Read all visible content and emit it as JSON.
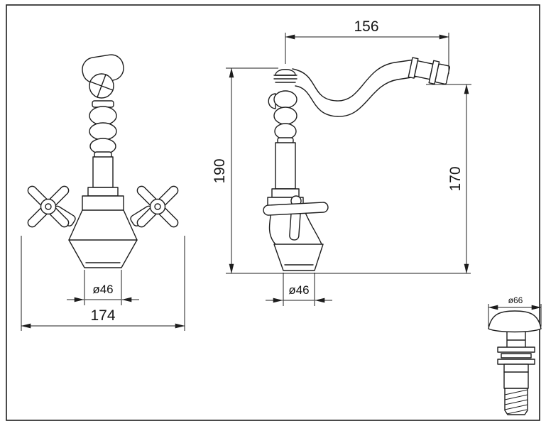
{
  "dimensions": {
    "front": {
      "base_diameter": "ø46",
      "overall_width": "174"
    },
    "side": {
      "spout_reach": "156",
      "total_height": "190",
      "spout_height": "170",
      "base_diameter": "ø46"
    },
    "waste": {
      "cap_diameter": "ø66"
    }
  }
}
